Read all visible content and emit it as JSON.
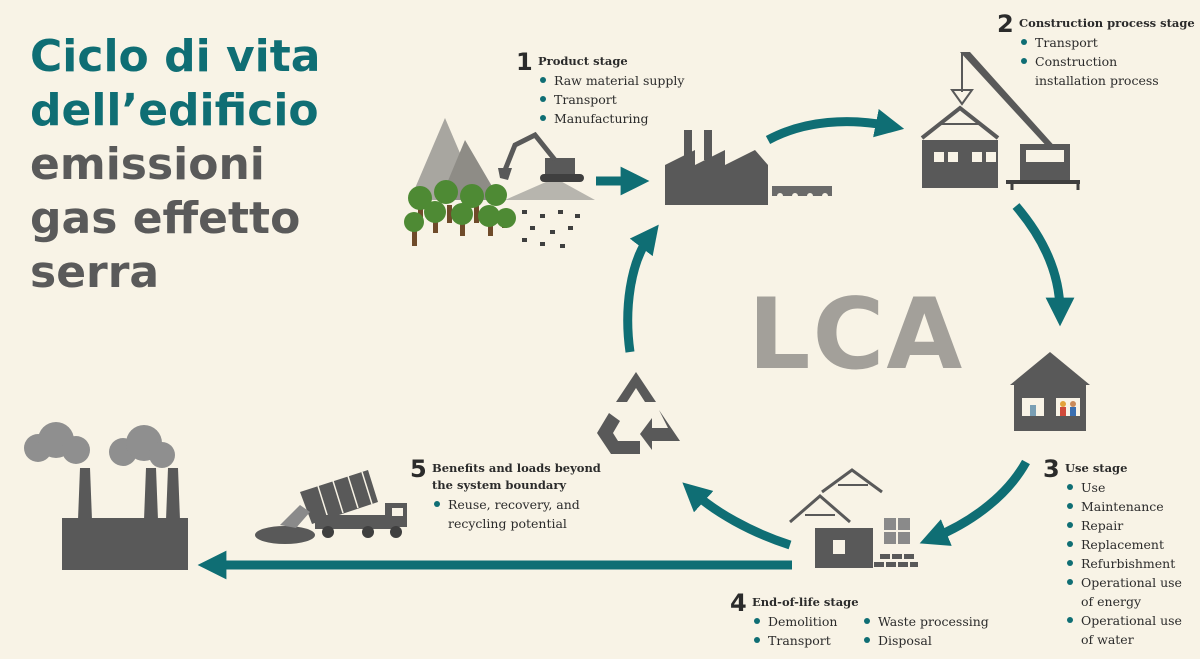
{
  "title": {
    "line1": "Ciclo di vita",
    "line2": "dell’edificio",
    "line3": "emissioni",
    "line4": "gas effetto",
    "line5": "serra"
  },
  "center_label": "LCA",
  "colors": {
    "teal": "#0f6e74",
    "dark_gray": "#595959",
    "background": "#f8f3e6"
  },
  "stages": {
    "product": {
      "number": "1",
      "title": "Product stage",
      "items": [
        "Raw material supply",
        "Transport",
        "Manufacturing"
      ]
    },
    "construction": {
      "number": "2",
      "title": "Construction process stage",
      "items": [
        "Transport",
        "Construction installation process"
      ]
    },
    "use": {
      "number": "3",
      "title": "Use stage",
      "items": [
        "Use",
        "Maintenance",
        "Repair",
        "Replacement",
        "Refurbishment",
        "Operational use of energy",
        "Operational use of water"
      ]
    },
    "end_of_life": {
      "number": "4",
      "title": "End-of-life stage",
      "items_left": [
        "Demolition",
        "Transport"
      ],
      "items_right": [
        "Waste processing",
        "Disposal"
      ]
    },
    "benefits": {
      "number": "5",
      "title_line1": "Benefits and loads beyond",
      "title_line2": "the system boundary",
      "items": [
        "Reuse, recovery, and recycling potential"
      ]
    }
  },
  "icons": [
    "mountains-trees-excavator-icon",
    "factory-conveyor-icon",
    "crane-house-truck-icon",
    "house-people-icon",
    "demolition-rubble-icon",
    "recycle-icon",
    "dump-truck-landfill-icon",
    "polluting-factory-icon"
  ]
}
